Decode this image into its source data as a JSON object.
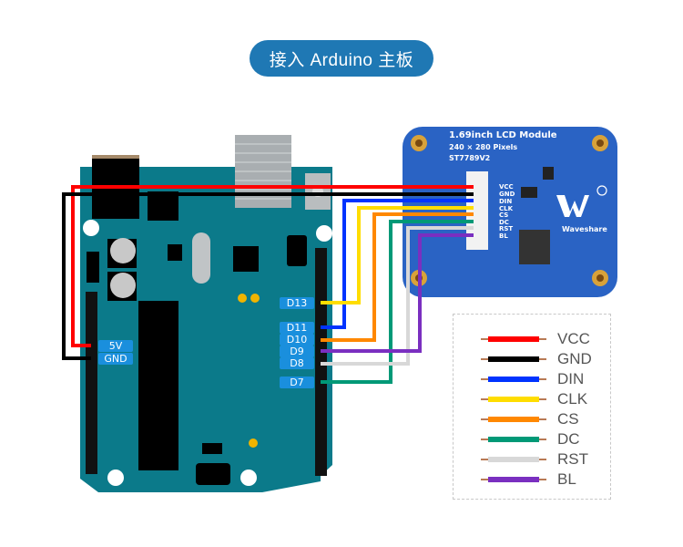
{
  "title": "接入 Arduino 主板",
  "lcd_module": {
    "line1": "1.69inch LCD Module",
    "line2": "240 × 280 Pixels",
    "line3": "ST7789V2",
    "brand": "Waveshare",
    "registered": "®",
    "pins": [
      "VCC",
      "GND",
      "DIN",
      "CLK",
      "CS",
      "DC",
      "RST",
      "BL"
    ],
    "board_color": "#2a63c4"
  },
  "arduino": {
    "board_color": "#0b7a8a",
    "pin_labels_left": [
      "5V",
      "GND"
    ],
    "pin_labels_right": [
      "D13",
      "D11",
      "D10",
      "D9",
      "D8",
      "D7"
    ]
  },
  "connections": [
    {
      "lcd_pin": "VCC",
      "arduino_pin": "5V",
      "color": "#ff0000"
    },
    {
      "lcd_pin": "GND",
      "arduino_pin": "GND",
      "color": "#000000"
    },
    {
      "lcd_pin": "DIN",
      "arduino_pin": "D11",
      "color": "#0033ff"
    },
    {
      "lcd_pin": "CLK",
      "arduino_pin": "D13",
      "color": "#ffdd00"
    },
    {
      "lcd_pin": "CS",
      "arduino_pin": "D10",
      "color": "#ff8800"
    },
    {
      "lcd_pin": "DC",
      "arduino_pin": "D7",
      "color": "#009977"
    },
    {
      "lcd_pin": "RST",
      "arduino_pin": "D8",
      "color": "#d8d8d8"
    },
    {
      "lcd_pin": "BL",
      "arduino_pin": "D9",
      "color": "#7a2fc0"
    }
  ],
  "legend": [
    {
      "label": "VCC",
      "color": "#ff0000"
    },
    {
      "label": "GND",
      "color": "#000000"
    },
    {
      "label": "DIN",
      "color": "#0033ff"
    },
    {
      "label": "CLK",
      "color": "#ffdd00"
    },
    {
      "label": "CS",
      "color": "#ff8800"
    },
    {
      "label": "DC",
      "color": "#009977"
    },
    {
      "label": "RST",
      "color": "#d8d8d8"
    },
    {
      "label": "BL",
      "color": "#7a2fc0"
    }
  ]
}
